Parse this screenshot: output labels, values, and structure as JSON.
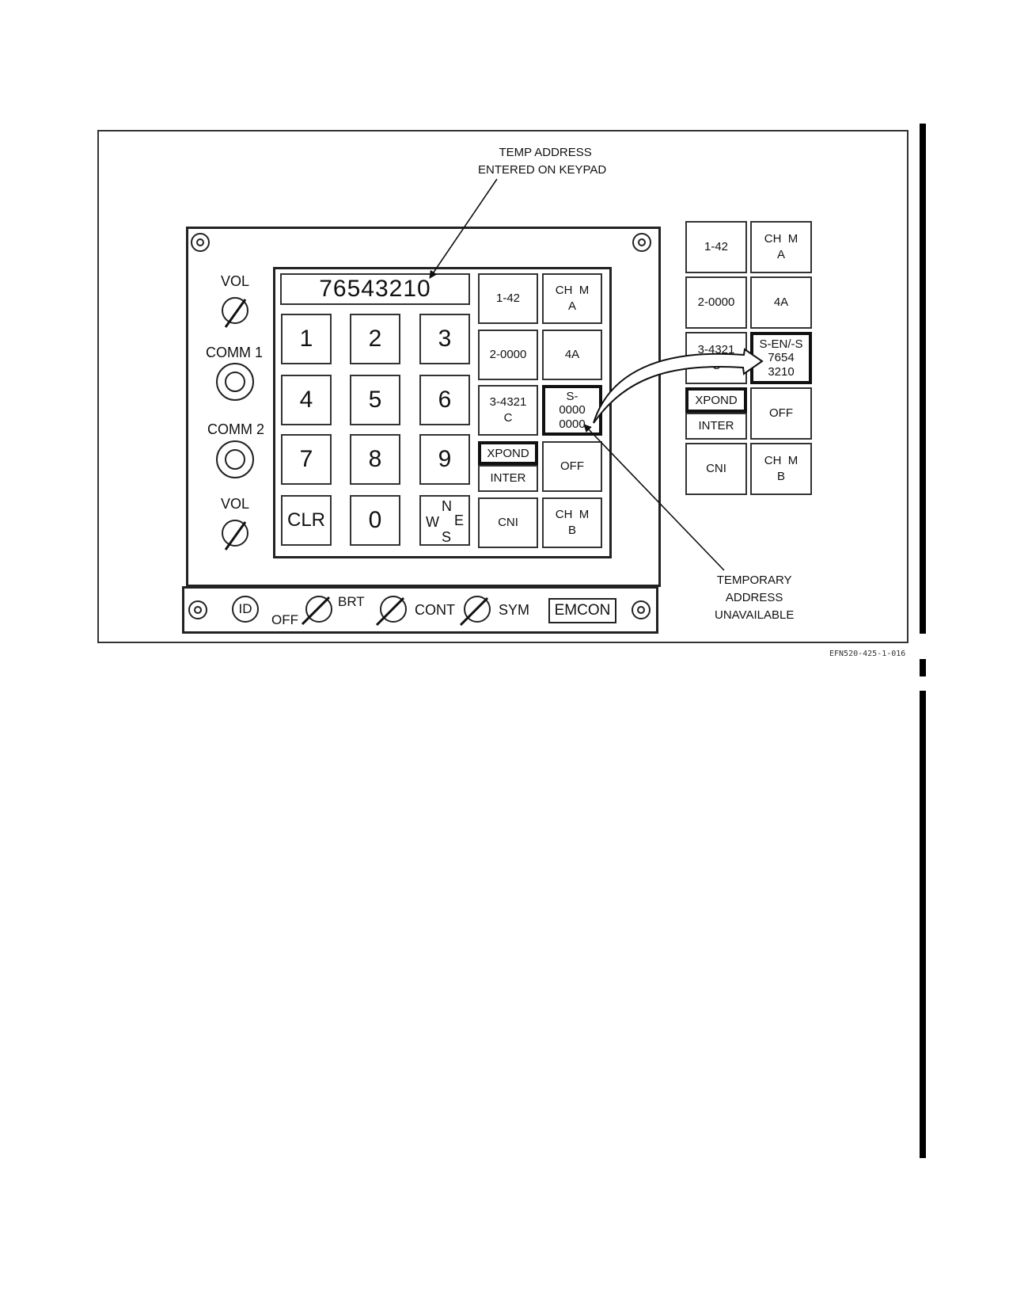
{
  "callouts": {
    "top_line1": "TEMP ADDRESS",
    "top_line2": "ENTERED ON KEYPAD",
    "bottom_line1": "TEMPORARY",
    "bottom_line2": "ADDRESS",
    "bottom_line3": "UNAVAILABLE"
  },
  "display": {
    "value": "76543210"
  },
  "left_controls": {
    "vol_top": "VOL",
    "comm1": "COMM 1",
    "comm2": "COMM 2",
    "vol_bottom": "VOL"
  },
  "keypad": {
    "k1": "1",
    "k2": "2",
    "k3": "3",
    "k4": "4",
    "k5": "5",
    "k6": "6",
    "k7": "7",
    "k8": "8",
    "k9": "9",
    "clr": "CLR",
    "k0": "0",
    "compass": {
      "n": "N",
      "w": "W",
      "e": "E",
      "s": "S"
    }
  },
  "panel_cells": {
    "r1c1": "1-42",
    "r1c2_l1": "CH  M",
    "r1c2_l2": "A",
    "r2c1": "2-0000",
    "r2c2": "4A",
    "r3c1_l1": "3-4321",
    "r3c1_l2": "C",
    "r3c2_l1": "S-",
    "r3c2_l2": "0000",
    "r3c2_l3": "0000",
    "xpond": "XPOND",
    "inter": "INTER",
    "off": "OFF",
    "cni": "CNI",
    "r5c2_l1": "CH  M",
    "r5c2_l2": "B"
  },
  "zoom_cells": {
    "r1c1": "1-42",
    "r1c2_l1": "CH  M",
    "r1c2_l2": "A",
    "r2c1": "2-0000",
    "r2c2": "4A",
    "r3c1_l1": "3-4321",
    "r3c1_l2": "C",
    "r3c2_l1": "S-EN/-S",
    "r3c2_l2": "7654",
    "r3c2_l3": "3210",
    "xpond": "XPOND",
    "inter": "INTER",
    "off": "OFF",
    "cni": "CNI",
    "r5c2_l1": "CH  M",
    "r5c2_l2": "B"
  },
  "bottom_strip": {
    "id": "ID",
    "off": "OFF",
    "brt": "BRT",
    "cont": "CONT",
    "sym": "SYM",
    "emcon": "EMCON"
  },
  "footer": {
    "figure_id": "EFN520-425-1-016"
  }
}
